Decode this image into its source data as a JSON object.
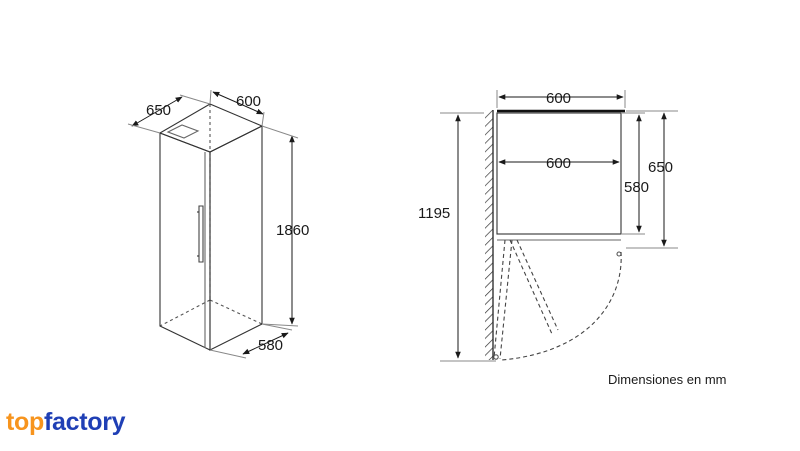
{
  "left_view": {
    "depth_label": "650",
    "width_label": "600",
    "height_label": "1860",
    "base_depth_label": "580"
  },
  "right_view": {
    "outer_width_label": "600",
    "inner_width_label": "600",
    "depth_label": "650",
    "body_depth_label": "580",
    "total_depth_door_open_label": "1195"
  },
  "caption": "Dimensiones en mm",
  "logo": {
    "part1": "top",
    "part2": "factory",
    "color1": "#f7941d",
    "color2": "#1f3fb5"
  }
}
